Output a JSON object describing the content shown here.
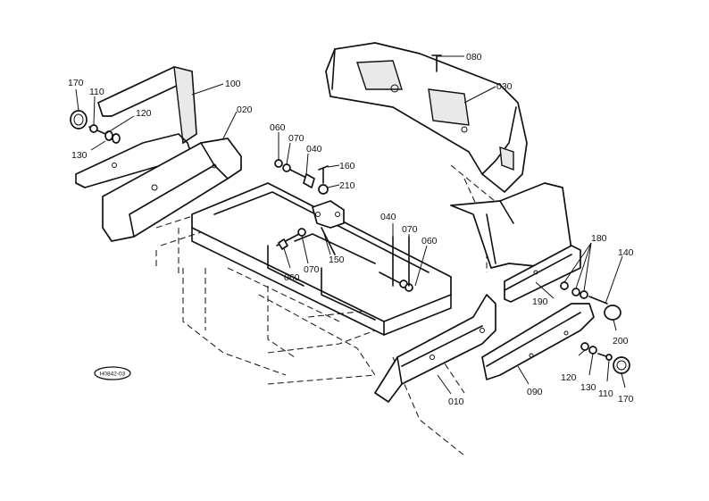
{
  "diagram": {
    "labels": [
      {
        "id": "l080",
        "text": "080"
      },
      {
        "id": "l030",
        "text": "030"
      },
      {
        "id": "l170a",
        "text": "170"
      },
      {
        "id": "l110a",
        "text": "110"
      },
      {
        "id": "l100",
        "text": "100"
      },
      {
        "id": "l120a",
        "text": "120"
      },
      {
        "id": "l020",
        "text": "020"
      },
      {
        "id": "l130a",
        "text": "130"
      },
      {
        "id": "l060a",
        "text": "060"
      },
      {
        "id": "l070a",
        "text": "070"
      },
      {
        "id": "l040a",
        "text": "040"
      },
      {
        "id": "l160",
        "text": "160"
      },
      {
        "id": "l210",
        "text": "210"
      },
      {
        "id": "l040b",
        "text": "040"
      },
      {
        "id": "l070b",
        "text": "070"
      },
      {
        "id": "l060b",
        "text": "060"
      },
      {
        "id": "l070c",
        "text": "070"
      },
      {
        "id": "l150",
        "text": "150"
      },
      {
        "id": "l060c",
        "text": "060"
      },
      {
        "id": "l180",
        "text": "180"
      },
      {
        "id": "l140",
        "text": "140"
      },
      {
        "id": "l190",
        "text": "190"
      },
      {
        "id": "l200",
        "text": "200"
      },
      {
        "id": "l120b",
        "text": "120"
      },
      {
        "id": "l130b",
        "text": "130"
      },
      {
        "id": "l110b",
        "text": "110"
      },
      {
        "id": "l170b",
        "text": "170"
      },
      {
        "id": "l010",
        "text": "010"
      },
      {
        "id": "l090",
        "text": "090"
      }
    ],
    "stamp": "H0842-03"
  }
}
